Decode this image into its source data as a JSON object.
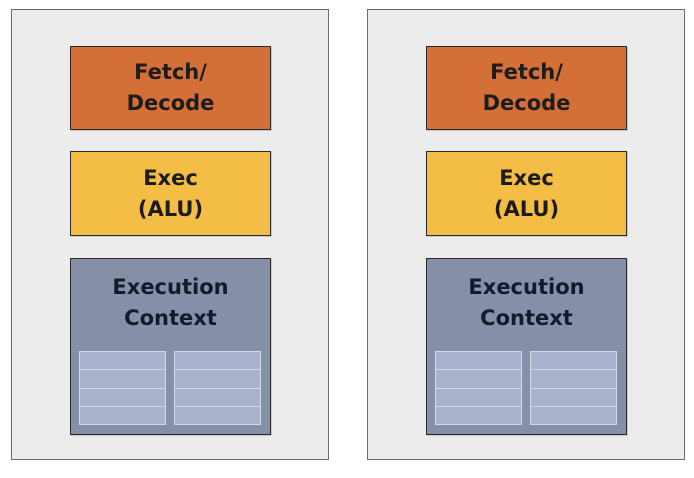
{
  "cores": [
    {
      "fetch_line1": "Fetch/",
      "fetch_line2": "Decode",
      "exec_line1": "Exec",
      "exec_line2": "(ALU)",
      "ctx_line1": "Execution",
      "ctx_line2": "Context",
      "registers": {
        "columns": 2,
        "rows": 4
      }
    },
    {
      "fetch_line1": "Fetch/",
      "fetch_line2": "Decode",
      "exec_line1": "Exec",
      "exec_line2": "(ALU)",
      "ctx_line1": "Execution",
      "ctx_line2": "Context",
      "registers": {
        "columns": 2,
        "rows": 4
      }
    }
  ],
  "colors": {
    "fetch": "#d46f38",
    "exec": "#f3bd46",
    "context": "#8590a8",
    "register": "#a9b2cc",
    "core_bg": "#ececec"
  }
}
